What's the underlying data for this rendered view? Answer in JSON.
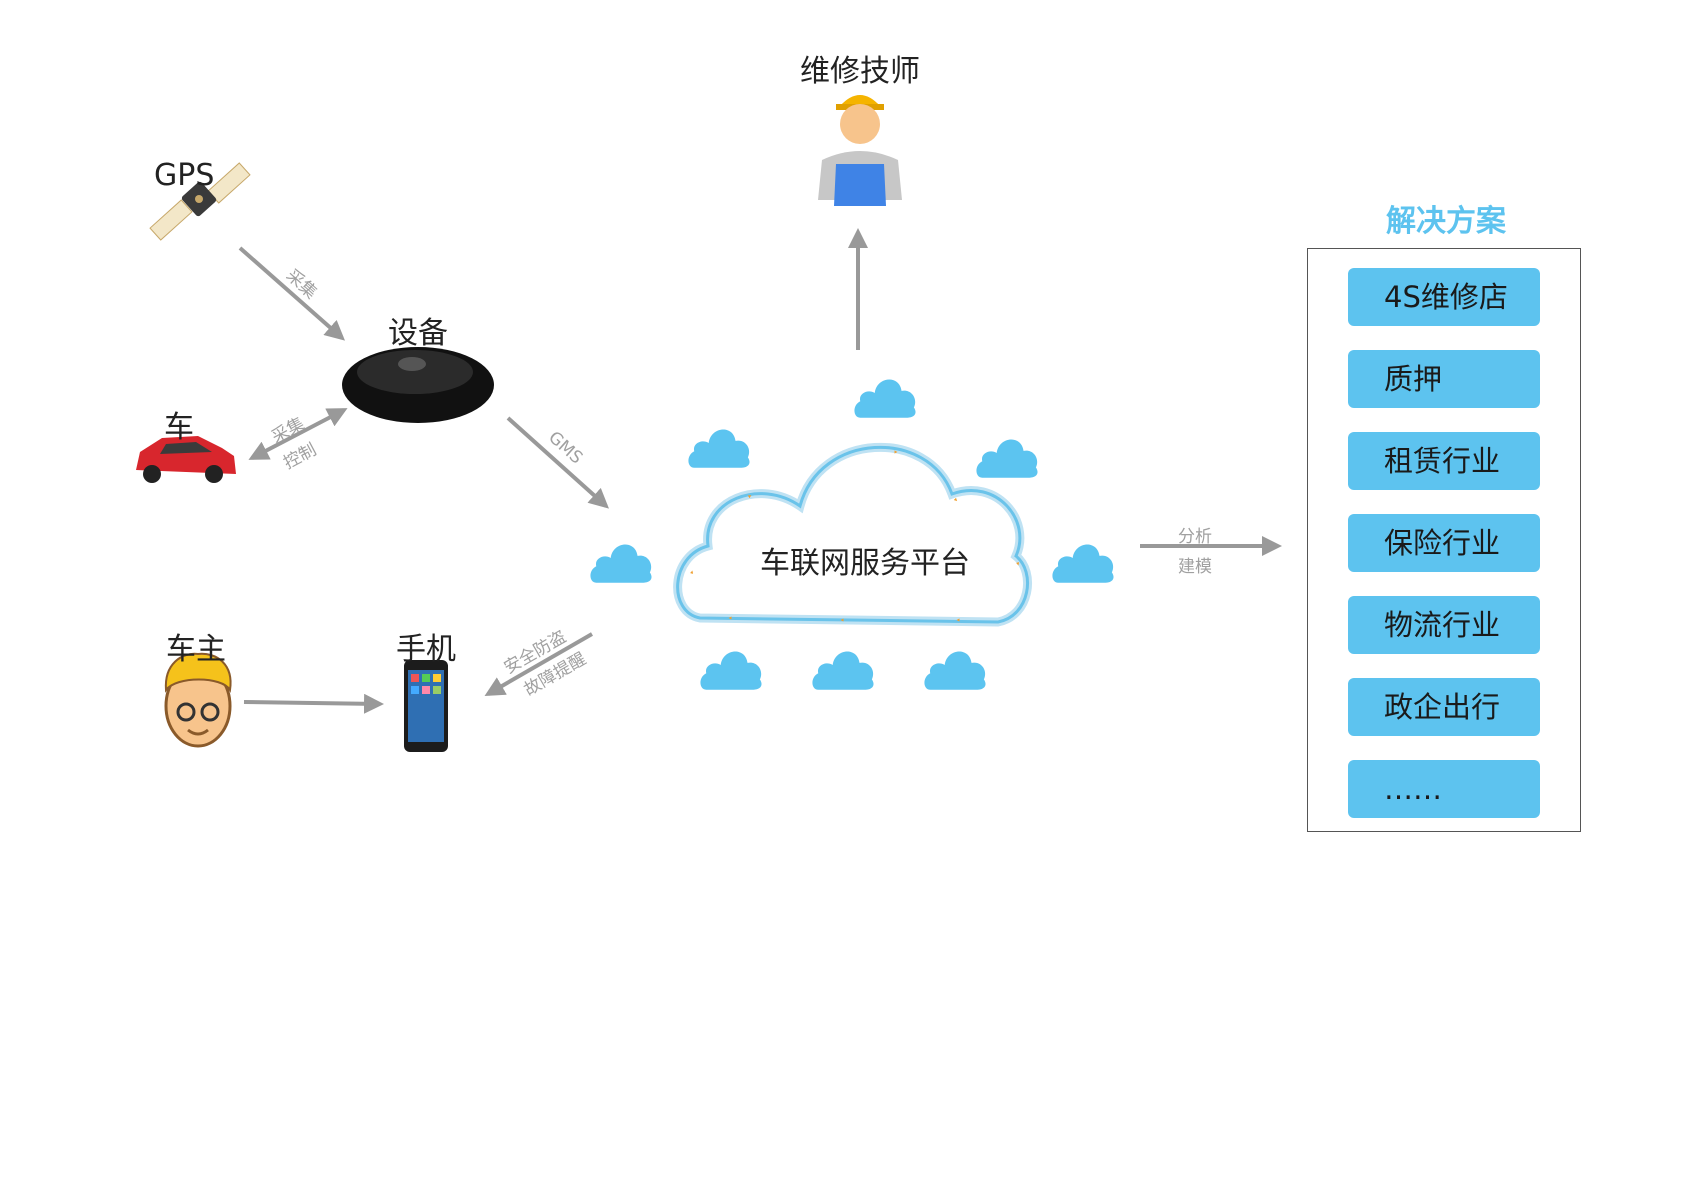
{
  "labels": {
    "gps": "GPS",
    "device": "设备",
    "car": "车",
    "owner": "车主",
    "phone": "手机",
    "technician": "维修技师",
    "platform": "车联网服务平台"
  },
  "arrow_labels": {
    "gps_collect": "采集",
    "car_collect": "采集",
    "car_control": "控制",
    "gms": "GMS",
    "security": "安全防盗",
    "fault": "故障提醒",
    "analysis": "分析",
    "modeling": "建模"
  },
  "solutions": {
    "title": "解决方案",
    "items": [
      "4S维修店",
      "质押",
      "租赁行业",
      "保险行业",
      "物流行业",
      "政企出行",
      "……"
    ]
  },
  "colors": {
    "accent": "#5dc3ef",
    "cloud": "#5cc4f0",
    "arrow": "#999999",
    "flow_marker": "#f0a030"
  }
}
